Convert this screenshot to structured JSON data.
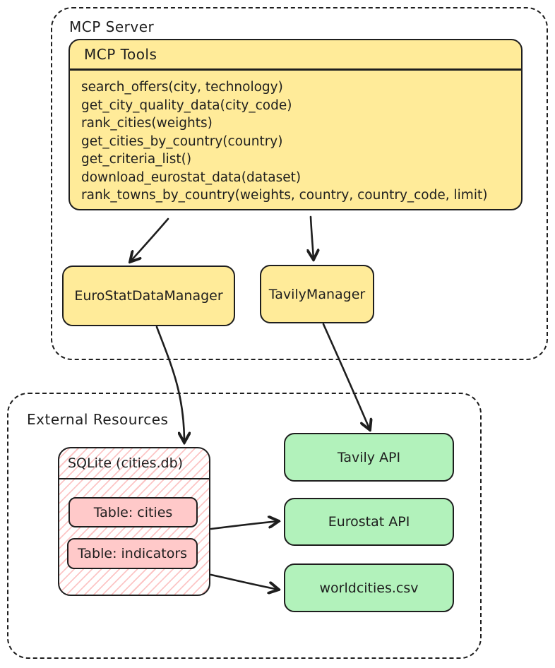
{
  "mcp_server": {
    "label": "MCP Server",
    "tools_box": {
      "title": "MCP Tools",
      "tools": [
        "search_offers(city, technology)",
        "get_city_quality_data(city_code)",
        "rank_cities(weights)",
        "get_cities_by_country(country)",
        "get_criteria_list()",
        "download_eurostat_data(dataset)",
        "rank_towns_by_country(weights, country, country_code, limit)"
      ]
    },
    "managers": [
      {
        "label": "EuroStatDataManager"
      },
      {
        "label": "TavilyManager"
      }
    ]
  },
  "external_resources": {
    "label": "External Resources",
    "database": {
      "title": "SQLite (cities.db)",
      "tables": [
        {
          "label": "Table: cities"
        },
        {
          "label": "Table: indicators"
        }
      ]
    },
    "resources": [
      {
        "label": "Tavily API"
      },
      {
        "label": "Eurostat API"
      },
      {
        "label": "worldcities.csv"
      }
    ]
  },
  "colors": {
    "yellow_fill": "#ffeb99",
    "green_fill": "#b2f2bb",
    "pink_fill": "#ffc9c9",
    "stroke": "#1e1e1e"
  }
}
